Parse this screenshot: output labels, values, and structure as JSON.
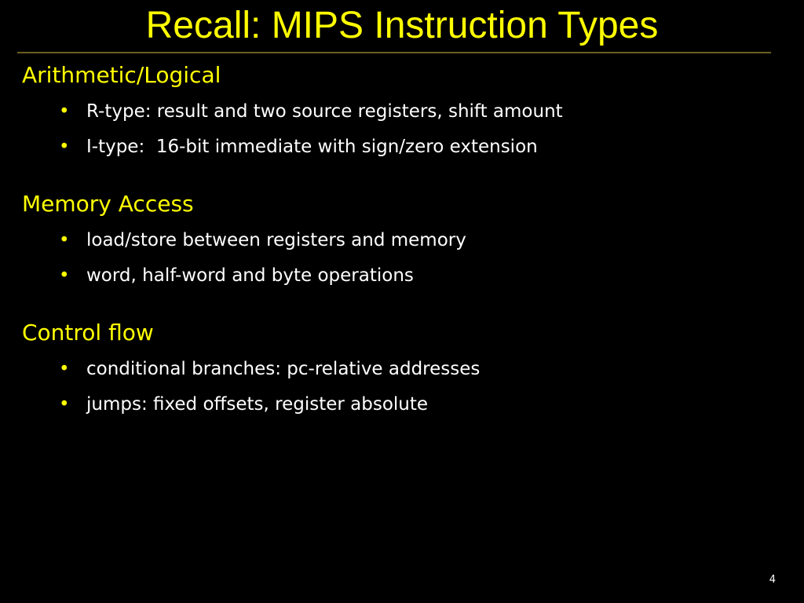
{
  "slide": {
    "title": "Recall: MIPS Instruction Types",
    "page_number": "4",
    "colors": {
      "background": "#000000",
      "title": "#FFFF00",
      "heading": "#FFFF00",
      "bullet_text": "#FFFFFF",
      "bullet_marker": "#FFFF00"
    },
    "sections": [
      {
        "heading": "Arithmetic/Logical",
        "bullets": [
          "R-type: result and two source registers, shift amount",
          "I-type:  16-bit immediate with sign/zero extension"
        ]
      },
      {
        "heading": "Memory Access",
        "bullets": [
          "load/store between registers and memory",
          "word, half-word and byte operations"
        ]
      },
      {
        "heading": "Control flow",
        "bullets": [
          "conditional branches: pc-relative addresses",
          "jumps: fixed offsets, register absolute"
        ]
      }
    ]
  }
}
